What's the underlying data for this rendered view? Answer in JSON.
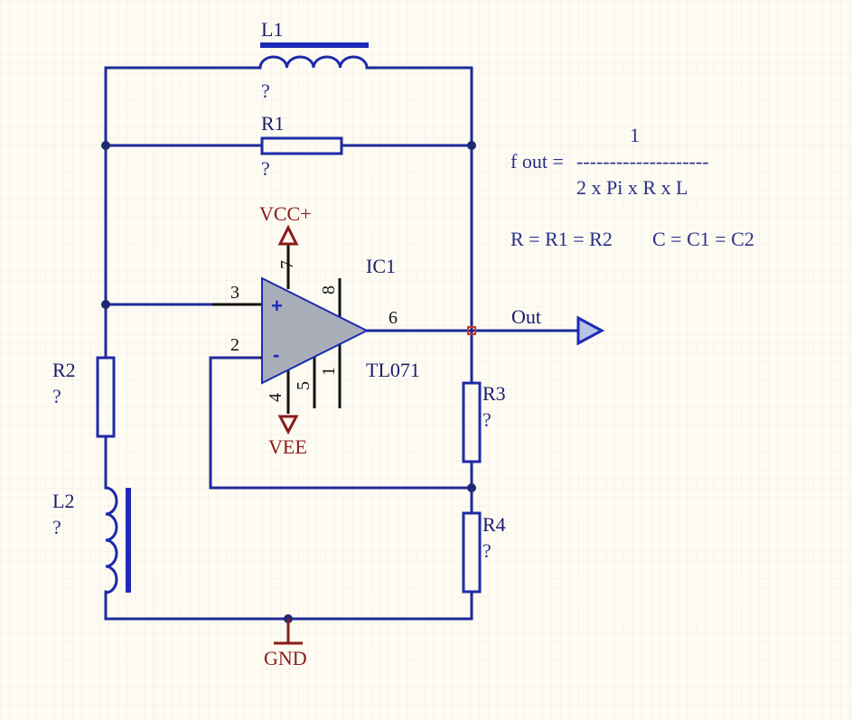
{
  "components": {
    "L1": {
      "ref": "L1",
      "value": "?"
    },
    "R1": {
      "ref": "R1",
      "value": "?"
    },
    "R2": {
      "ref": "R2",
      "value": "?"
    },
    "L2": {
      "ref": "L2",
      "value": "?"
    },
    "R3": {
      "ref": "R3",
      "value": "?"
    },
    "R4": {
      "ref": "R4",
      "value": "?"
    },
    "IC1": {
      "ref": "IC1",
      "part": "TL071",
      "plus": "+",
      "minus": "-"
    }
  },
  "pins": {
    "p3": "3",
    "p2": "2",
    "p7": "7",
    "p4": "4",
    "p8": "8",
    "p5": "5",
    "p1": "1",
    "p6": "6"
  },
  "nets": {
    "vcc": "VCC+",
    "vee": "VEE",
    "gnd": "GND",
    "out": "Out"
  },
  "formula": {
    "numerator": "1",
    "lhs": "f out = ",
    "bar": "--------------------",
    "denominator": "2 x Pi x R x L",
    "eq1": "R = R1 = R2",
    "eq2": "C = C1 = C2"
  },
  "colors": {
    "wire": "#1e2a99",
    "power": "#8b1a1a",
    "opamp_fill": "#a8adb8",
    "background": "#fdfbf2"
  }
}
